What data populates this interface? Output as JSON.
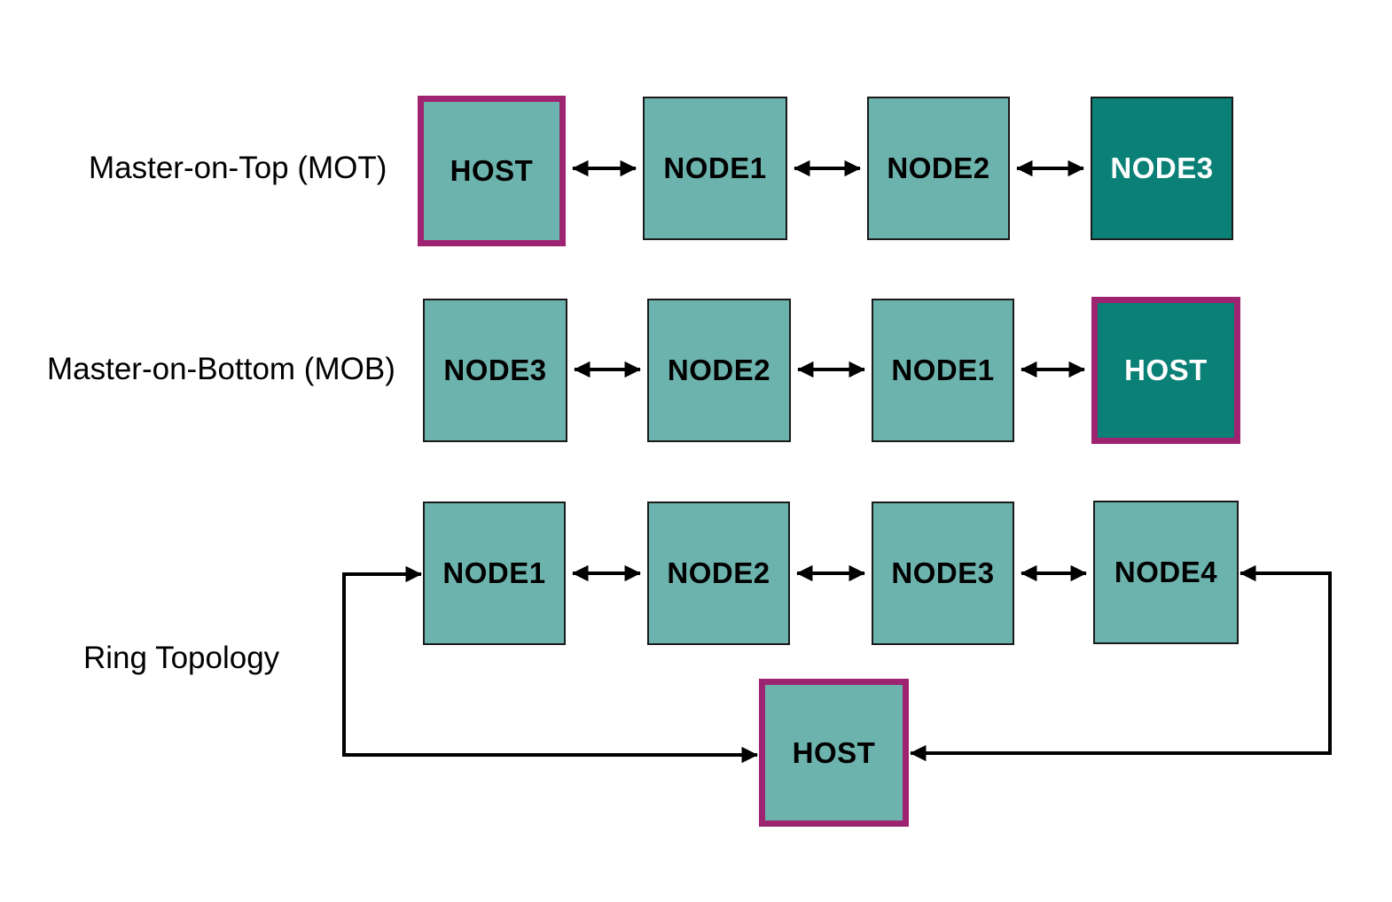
{
  "rows": [
    {
      "label": "Master-on-Top (MOT)",
      "boxes": [
        {
          "label": "HOST"
        },
        {
          "label": "NODE1"
        },
        {
          "label": "NODE2"
        },
        {
          "label": "NODE3"
        }
      ]
    },
    {
      "label": "Master-on-Bottom (MOB)",
      "boxes": [
        {
          "label": "NODE3"
        },
        {
          "label": "NODE2"
        },
        {
          "label": "NODE1"
        },
        {
          "label": "HOST"
        }
      ]
    },
    {
      "label": "Ring Topology",
      "boxes": [
        {
          "label": "NODE1"
        },
        {
          "label": "NODE2"
        },
        {
          "label": "NODE3"
        },
        {
          "label": "NODE4"
        }
      ],
      "host": {
        "label": "HOST"
      }
    }
  ],
  "colors": {
    "node_fill": "#6DB3AD",
    "master_fill": "#0A8076",
    "host_border": "#9E2472",
    "line": "#000000",
    "master_text": "#ffffff",
    "node_text": "#000000"
  }
}
